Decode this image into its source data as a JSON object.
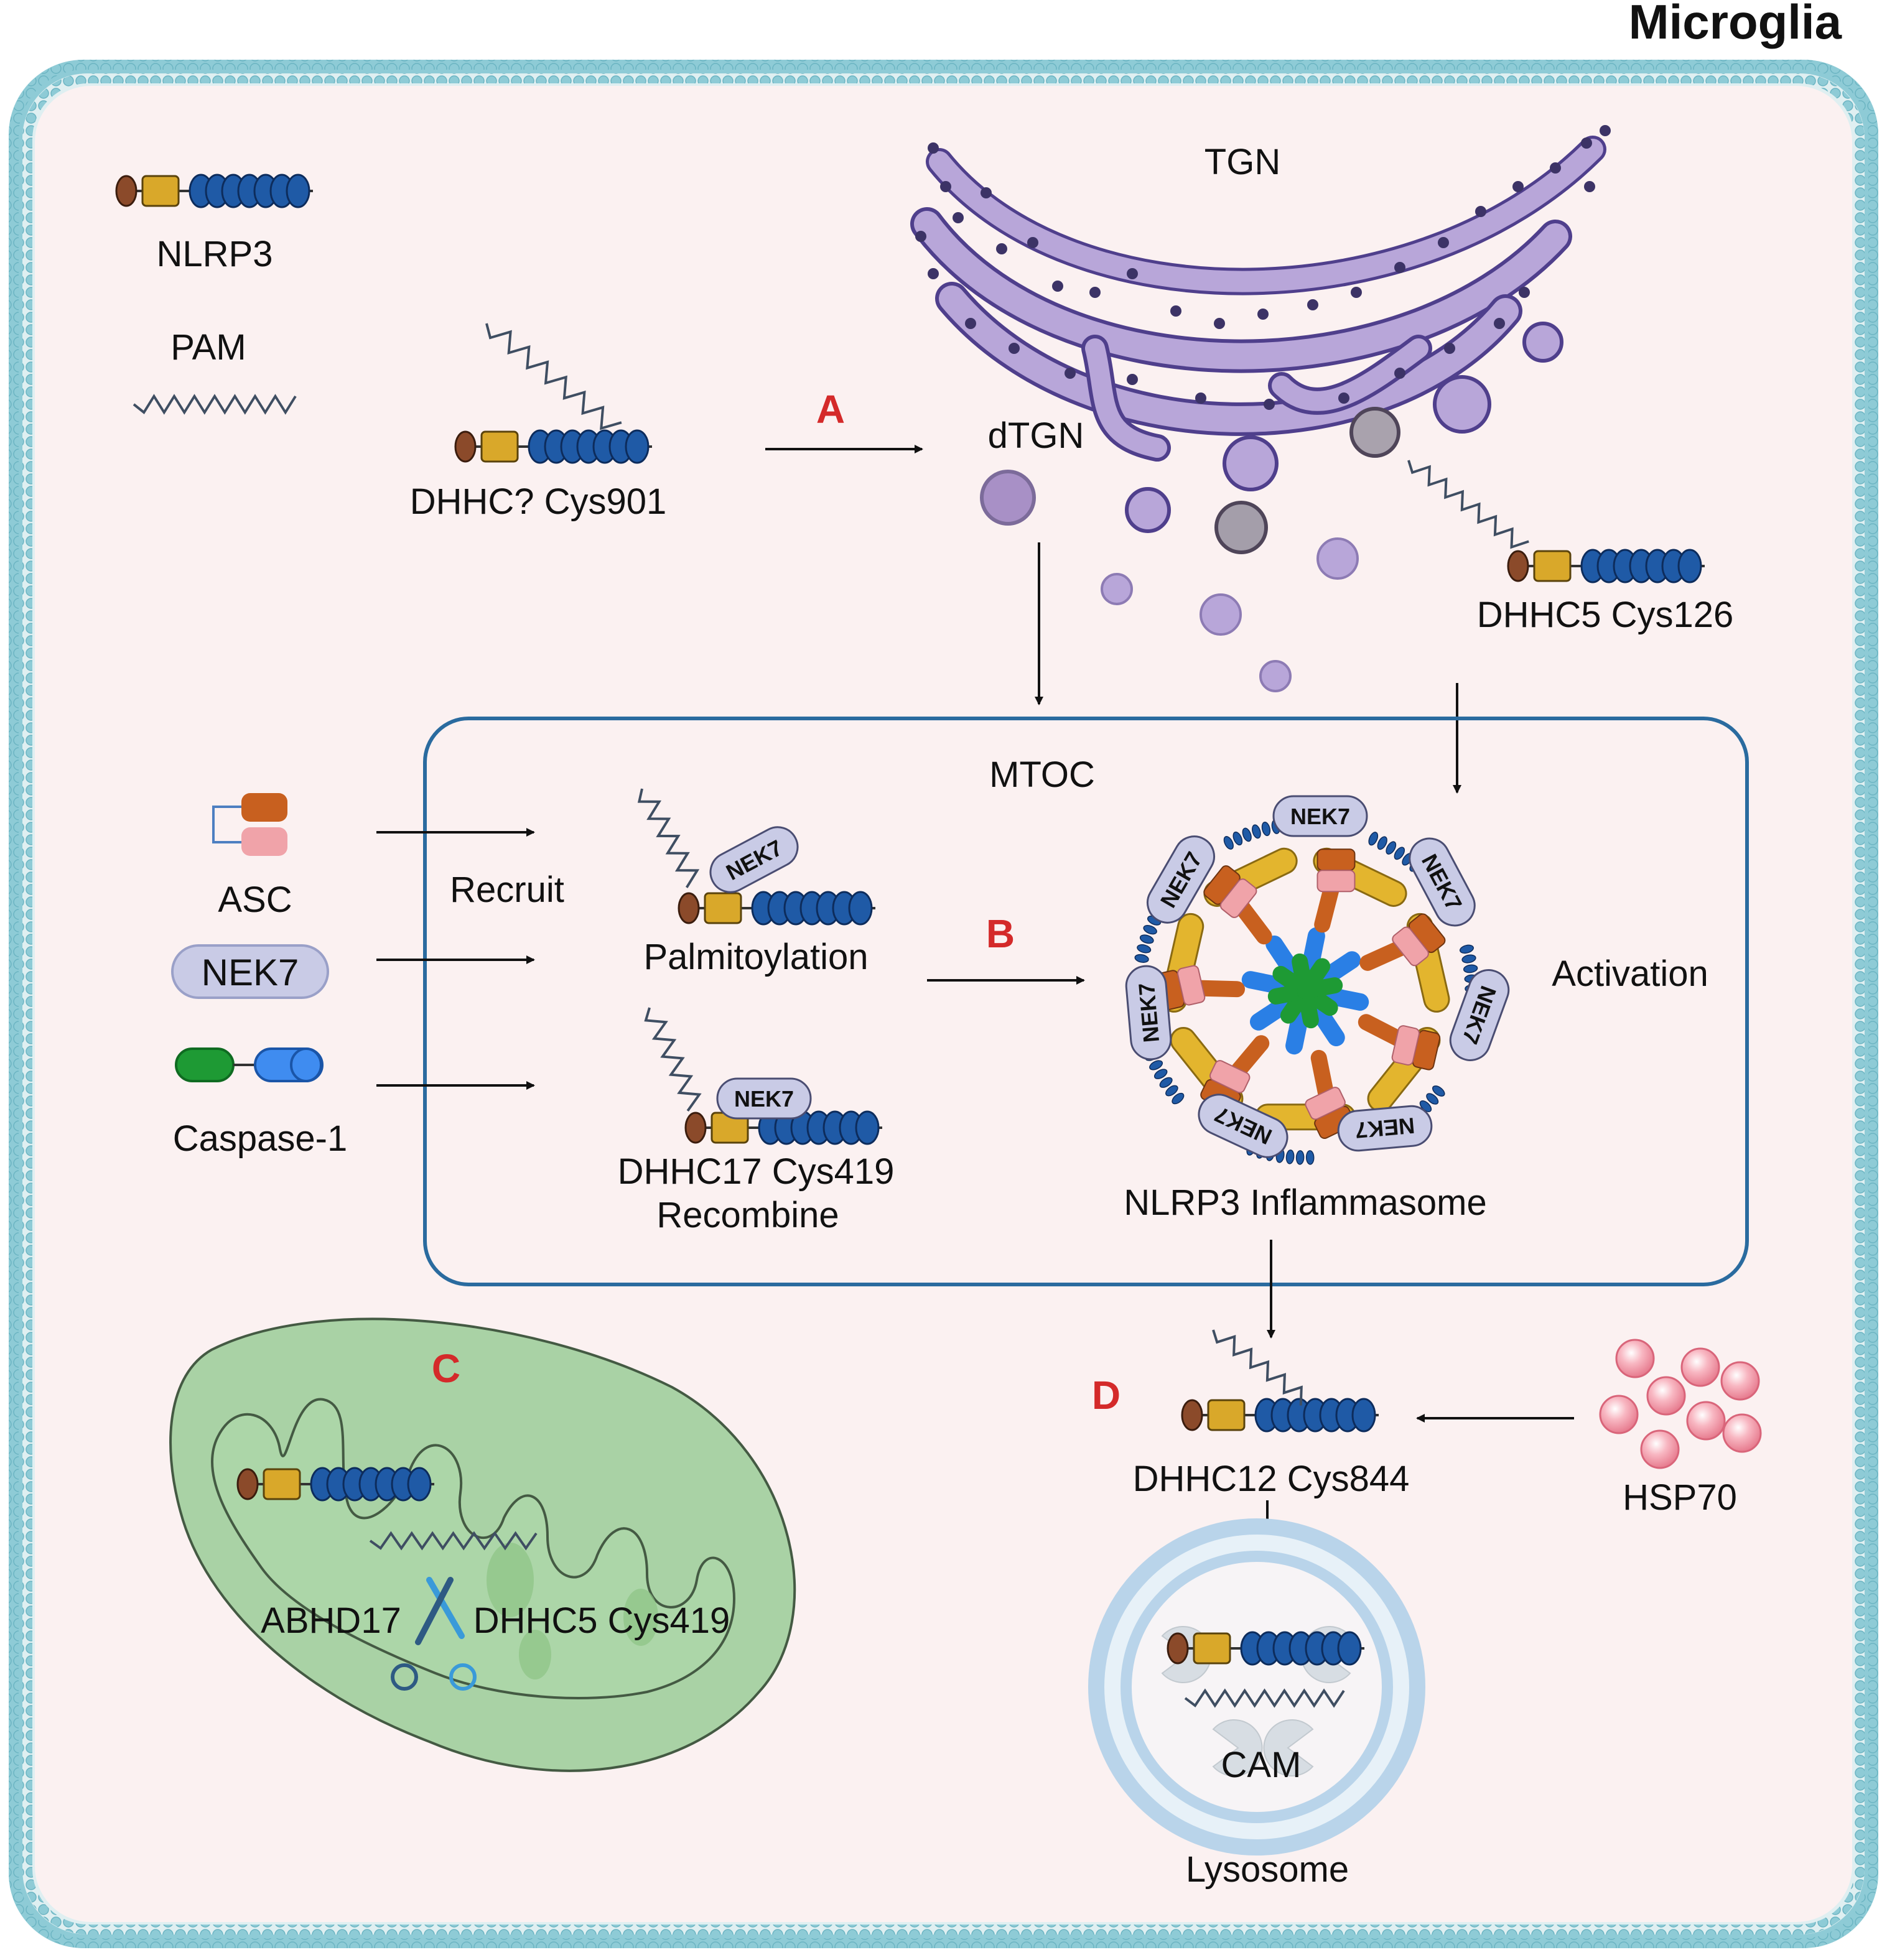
{
  "title": "Microglia",
  "legend": {
    "nlrp3": "NLRP3",
    "pam": "PAM"
  },
  "panel_labels": {
    "a": "A",
    "b": "B",
    "c": "C",
    "d": "D"
  },
  "top": {
    "dhhc_unknown": "DHHC?  Cys901",
    "tgn": "TGN",
    "dtgn": "dTGN",
    "dhhc5_cys126": "DHHC5 Cys126"
  },
  "left_components": {
    "asc": "ASC",
    "nek7": "NEK7",
    "caspase1": "Caspase-1",
    "recruit": "Recruit"
  },
  "mtoc": {
    "title": "MTOC",
    "nek7_tag": "NEK7",
    "palmitoylation": "Palmitoylation",
    "dhhc17_line1": "DHHC17 Cys419",
    "dhhc17_line2": "Recombine",
    "inflammasome": "NLRP3 Inflammasome",
    "activation": "Activation"
  },
  "mito": {
    "abhd17": "ABHD17",
    "dhhc5_cys419": "DHHC5  Cys419"
  },
  "lysosome": {
    "dhhc12": "DHHC12 Cys844",
    "hsp70": "HSP70",
    "cam": "CAM",
    "lysosome": "Lysosome"
  },
  "colors": {
    "membrane": "#8ecbd6",
    "cytoplasm": "#fbf1f1",
    "golgi": "#b8a6d9",
    "golgi_edge": "#4f3f8c",
    "mito": "#a9d2a5",
    "nlrp3_blue": "#1f5aa6",
    "nlrp3_gold": "#d9a82a",
    "nlrp3_brown": "#8b4a2a",
    "label_red": "#d42a2a"
  }
}
